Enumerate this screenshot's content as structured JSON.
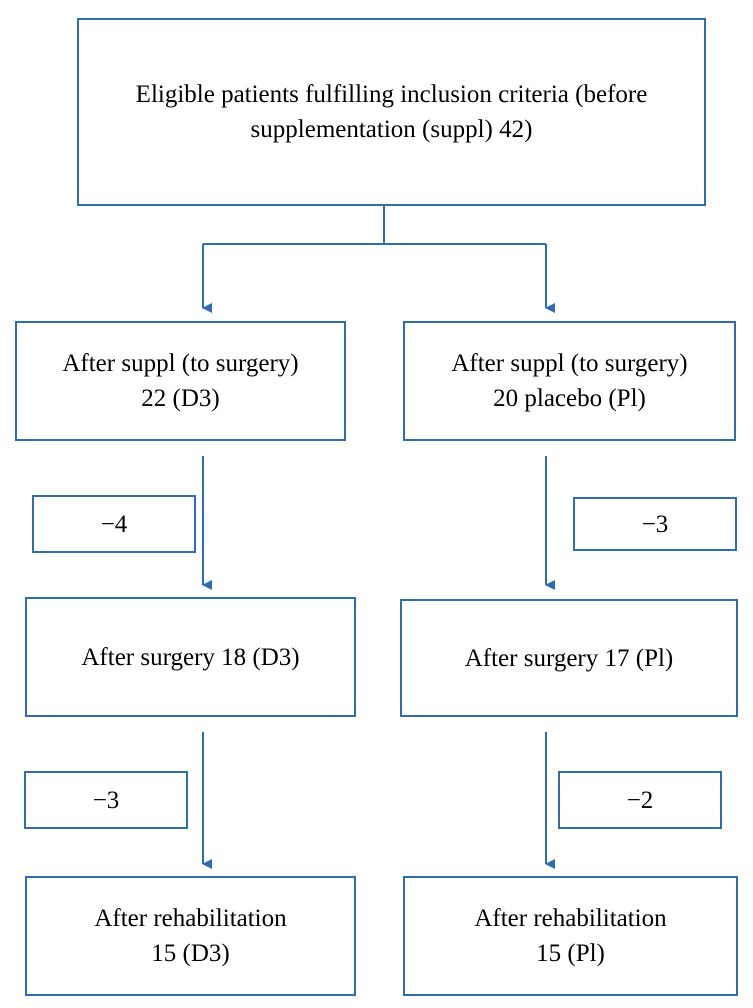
{
  "colors": {
    "border": "#2e6db4",
    "arrow": "#2e6db4",
    "text": "#000000"
  },
  "top": {
    "line1": "Eligible patients fulfilling inclusion criteria (before",
    "line2": "supplementation (suppl) 42)"
  },
  "left": {
    "suppl": {
      "line1": "After suppl (to surgery)",
      "line2": "22 (D3)"
    },
    "drop1": "−4",
    "surgery": {
      "line1": "After surgery 18 (D3)"
    },
    "drop2": "−3",
    "rehab": {
      "line1": "After rehabilitation",
      "line2": "15 (D3)"
    }
  },
  "right": {
    "suppl": {
      "line1": "After suppl (to surgery)",
      "line2": "20 placebo (Pl)"
    },
    "drop1": "−3",
    "surgery": {
      "line1": "After surgery 17 (Pl)"
    },
    "drop2": "−2",
    "rehab": {
      "line1": "After rehabilitation",
      "line2": "15 (Pl)"
    }
  }
}
